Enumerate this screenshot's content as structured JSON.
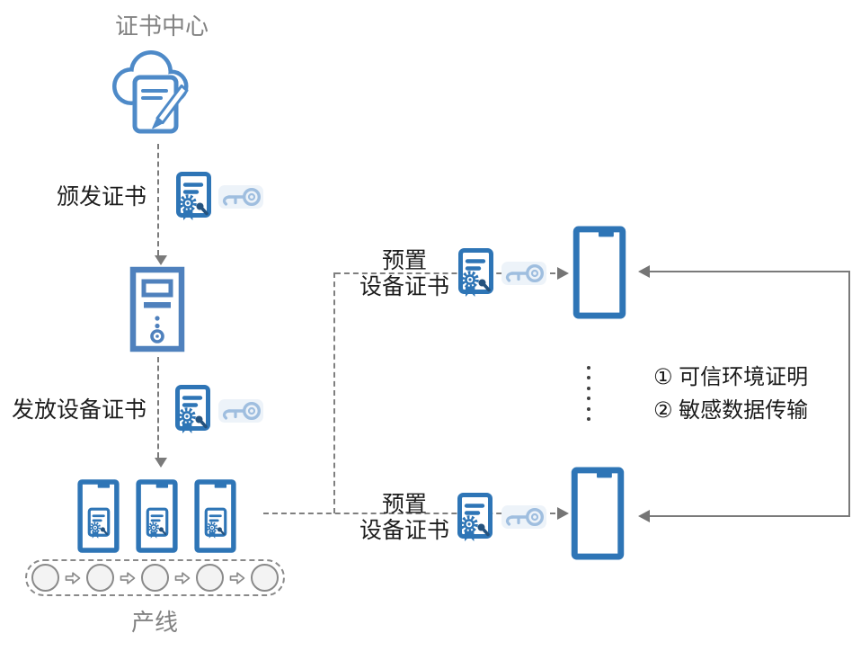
{
  "diagram": {
    "certificate_center": "证书中心",
    "issue_certificate": "颁发证书",
    "distribute_device_certificate": "发放设备证书",
    "production_line": "产线",
    "preset_top": {
      "line1": "预置",
      "line2": "设备证书"
    },
    "preset_bottom": {
      "line1": "预置",
      "line2": "设备证书"
    },
    "notes": {
      "item1": "① 可信环境证明",
      "item2": "② 敏感数据传输"
    }
  },
  "colors": {
    "primary_blue": "#2E75B6",
    "server_blue": "#4F81BD",
    "cloud_blue": "#4E8AC8",
    "key_light_blue": "#9FBEDF",
    "connector_gray": "#7A7A7A",
    "label_gray": "#828282",
    "text_dark": "#1D1D1D"
  },
  "icons": {
    "cloud_certificate": "cloud-with-signed-document",
    "certificate": "certificate-with-seal",
    "key": "key",
    "server": "provisioning-server",
    "smartphone": "smartphone",
    "conveyor": "production-conveyor-belt",
    "ellipsis": "vertical-ellipsis"
  }
}
